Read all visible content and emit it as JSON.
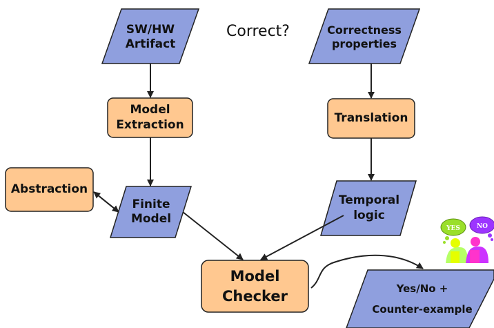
{
  "question": "Correct?",
  "nodes": {
    "artifact": "SW/HW\nArtifact",
    "properties": "Correctness\nproperties",
    "model_extraction": "Model\nExtraction",
    "translation": "Translation",
    "abstraction": "Abstraction",
    "finite_model": "Finite\nModel",
    "temporal_logic": "Temporal\nlogic",
    "model_checker": "Model\nChecker",
    "result": "Yes/No +\nCounter-example"
  },
  "bubbles": {
    "yes": "YES",
    "no": "NO"
  },
  "colors": {
    "data_fill": "#8f9fde",
    "process_fill": "#ffc890",
    "stroke": "#222222",
    "yes_bubble": "#9adf2a",
    "no_bubble": "#9c35ff",
    "left_person": "#e5ff00",
    "right_person": "#ff33cc",
    "person_accent": "#b6ff66"
  }
}
